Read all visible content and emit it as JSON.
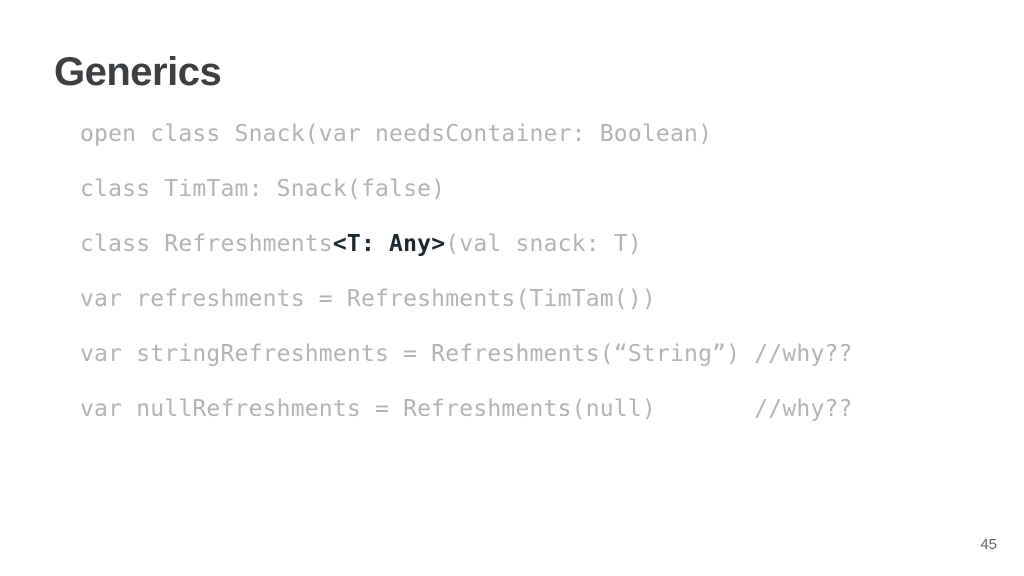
{
  "slide": {
    "title": "Generics",
    "page_number": "45"
  },
  "colors": {
    "background": "#ffffff",
    "title_text": "#3d4043",
    "code_gray": "#b2b4b6",
    "code_bold_dark": "#1c272e",
    "page_number_gray": "#5f6368"
  },
  "code": {
    "lines": [
      {
        "segments": [
          {
            "text": "open class Snack(var needsContainer: Boolean)",
            "style": "normal"
          }
        ]
      },
      {
        "segments": [
          {
            "text": "class TimTam: Snack(false)",
            "style": "normal"
          }
        ]
      },
      {
        "segments": [
          {
            "text": "class Refreshments",
            "style": "normal"
          },
          {
            "text": "<T: Any>",
            "style": "bold"
          },
          {
            "text": "(val snack: T)",
            "style": "normal"
          }
        ]
      },
      {
        "segments": [
          {
            "text": "var refreshments = Refreshments(TimTam())",
            "style": "normal"
          }
        ]
      },
      {
        "segments": [
          {
            "text": "var stringRefreshments = Refreshments(“String”) //why??",
            "style": "normal"
          }
        ]
      },
      {
        "segments": [
          {
            "text": "var nullRefreshments = Refreshments(null)       //why??",
            "style": "normal"
          }
        ]
      }
    ]
  }
}
